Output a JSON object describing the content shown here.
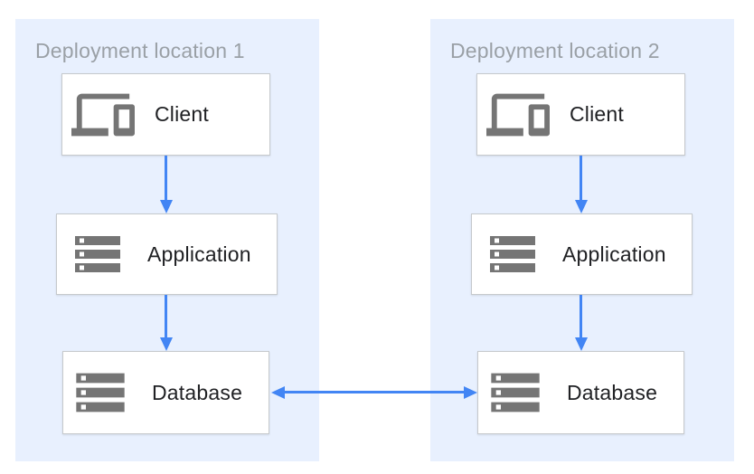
{
  "diagram": {
    "type": "architecture-diagram",
    "panels": [
      {
        "title": "Deployment location 1",
        "nodes": [
          {
            "label": "Client",
            "icon": "devices-icon"
          },
          {
            "label": "Application",
            "icon": "server-stack-icon"
          },
          {
            "label": "Database",
            "icon": "server-stack-icon"
          }
        ]
      },
      {
        "title": "Deployment location 2",
        "nodes": [
          {
            "label": "Client",
            "icon": "devices-icon"
          },
          {
            "label": "Application",
            "icon": "server-stack-icon"
          },
          {
            "label": "Database",
            "icon": "server-stack-icon"
          }
        ]
      }
    ],
    "connections": [
      {
        "from": "Client",
        "to": "Application",
        "location": "Deployment location 1",
        "style": "arrow-down"
      },
      {
        "from": "Application",
        "to": "Database",
        "location": "Deployment location 1",
        "style": "arrow-down"
      },
      {
        "from": "Client",
        "to": "Application",
        "location": "Deployment location 2",
        "style": "arrow-down"
      },
      {
        "from": "Application",
        "to": "Database",
        "location": "Deployment location 2",
        "style": "arrow-down"
      },
      {
        "from": "Database (Deployment location 1)",
        "to": "Database (Deployment location 2)",
        "style": "arrow-bidirectional"
      }
    ],
    "colors": {
      "page_background": "#ffffff",
      "panel_background": "#e8f0fe",
      "node_background": "#ffffff",
      "node_border": "#c6c9cc",
      "panel_title_text": "#9aa0a6",
      "node_label_text": "#202124",
      "icon_gray": "#757575",
      "arrow_blue": "#4285f4"
    }
  }
}
